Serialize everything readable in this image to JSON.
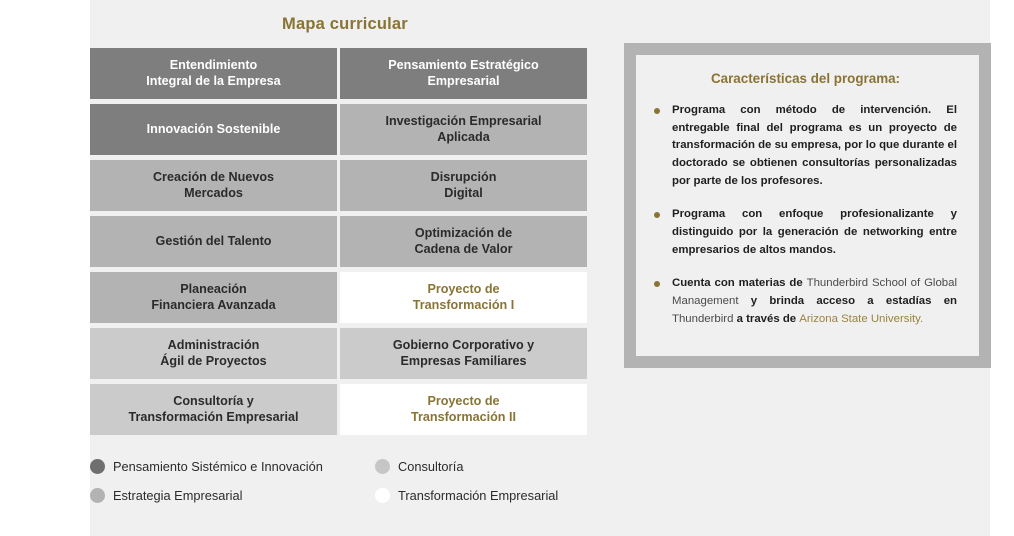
{
  "map": {
    "title": "Mapa curricular",
    "rows": [
      [
        {
          "label": "Entendimiento\nIntegral de la Empresa",
          "tone": "tone-dark"
        },
        {
          "label": "Pensamiento Estratégico\nEmpresarial",
          "tone": "tone-dark"
        }
      ],
      [
        {
          "label": "Innovación Sostenible",
          "tone": "tone-dark"
        },
        {
          "label": "Investigación Empresarial\nAplicada",
          "tone": "tone-mid"
        }
      ],
      [
        {
          "label": "Creación de Nuevos\nMercados",
          "tone": "tone-mid"
        },
        {
          "label": "Disrupción\nDigital",
          "tone": "tone-mid"
        }
      ],
      [
        {
          "label": "Gestión del Talento",
          "tone": "tone-mid"
        },
        {
          "label": "Optimización de\nCadena de Valor",
          "tone": "tone-mid"
        }
      ],
      [
        {
          "label": "Planeación\nFinanciera Avanzada",
          "tone": "tone-mid"
        },
        {
          "label": "Proyecto de\nTransformación I",
          "tone": "tone-white"
        }
      ],
      [
        {
          "label": "Administración\nÁgil de Proyectos",
          "tone": "tone-light"
        },
        {
          "label": "Gobierno Corporativo y\nEmpresas Familiares",
          "tone": "tone-light"
        }
      ],
      [
        {
          "label": "Consultoría y\nTransformación Empresarial",
          "tone": "tone-light"
        },
        {
          "label": "Proyecto de\nTransformación II",
          "tone": "tone-white"
        }
      ]
    ]
  },
  "legend": {
    "rows": [
      [
        {
          "label": "Pensamiento Sistémico e Innovación",
          "tone": "tone-dark"
        },
        {
          "label": "Consultoría",
          "tone": "tone-light"
        }
      ],
      [
        {
          "label": "Estrategia Empresarial",
          "tone": "tone-mid"
        },
        {
          "label": "Transformación Empresarial",
          "tone": "tone-white"
        }
      ]
    ]
  },
  "panel": {
    "title": "Características del programa:",
    "bullets": [
      {
        "parts": [
          {
            "text": "Programa con método de intervención. El entregable final del programa es un proyecto de transformación de su empresa, por lo que durante el doctorado se obtienen consultorías personalizadas por parte de los profesores.",
            "style": "b"
          }
        ]
      },
      {
        "parts": [
          {
            "text": "Programa con enfoque profesionalizante y distinguido por la generación de networking entre empresarios de altos mandos.",
            "style": "b"
          }
        ]
      },
      {
        "parts": [
          {
            "text": "Cuenta con materias de ",
            "style": "b"
          },
          {
            "text": "Thunderbird School of Global Management ",
            "style": "n"
          },
          {
            "text": "y brinda acceso a estadías en ",
            "style": "b"
          },
          {
            "text": "Thunderbird ",
            "style": "n"
          },
          {
            "text": "a través de ",
            "style": "b"
          },
          {
            "text": "Arizona State University.",
            "style": "gold"
          }
        ]
      }
    ]
  },
  "colors": {
    "accent_gold": "#8a7434",
    "tone_dark": "#7e7e7e",
    "tone_mid": "#b3b3b3",
    "tone_light": "#cbcbcb",
    "page_bg": "#f0f0f0"
  }
}
